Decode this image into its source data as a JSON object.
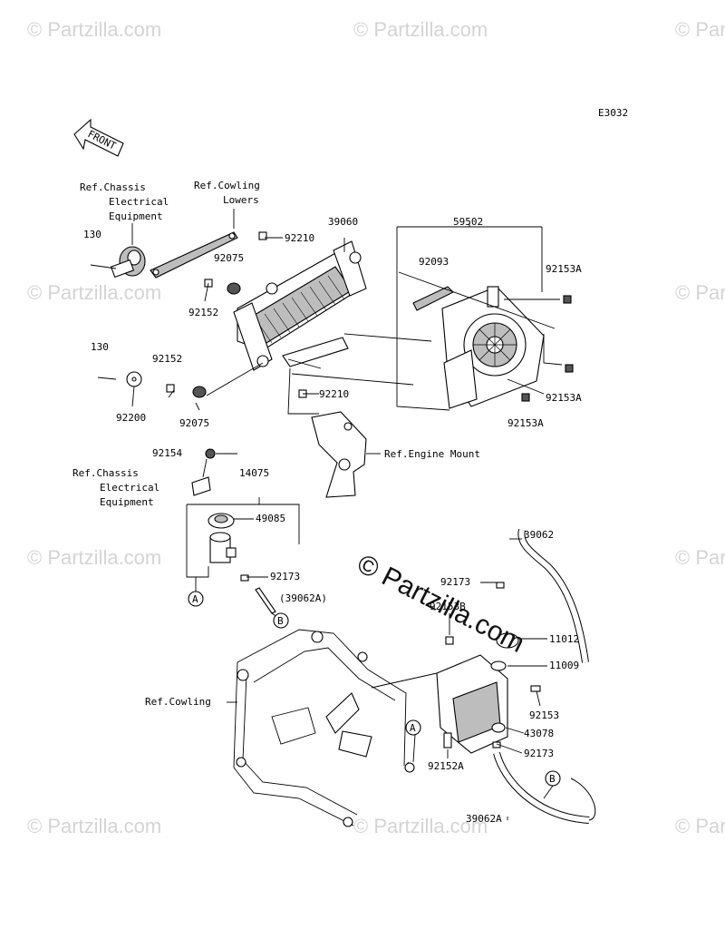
{
  "diagram_code": "E3032",
  "front_arrow_label": "FRONT",
  "center_watermark": "© Partzilla.com",
  "watermark_text": "© Partzilla.com",
  "refs": {
    "chassis_electrical_top": [
      "Ref.Chassis",
      "Electrical",
      "Equipment"
    ],
    "cowling_lowers": [
      "Ref.Cowling",
      "Lowers"
    ],
    "engine_mount": "Ref.Engine Mount",
    "chassis_electrical_mid": [
      "Ref.Chassis",
      "Electrical",
      "Equipment"
    ],
    "cowling": "Ref.Cowling"
  },
  "parts": {
    "p130_top": "130",
    "p92210_top": "92210",
    "p39060": "39060",
    "p59502": "59502",
    "p92075_top": "92075",
    "p92093": "92093",
    "p92153A_1": "92153A",
    "p92152_top": "92152",
    "p130_mid": "130",
    "p92152_mid": "92152",
    "p92210_mid": "92210",
    "p92153A_2": "92153A",
    "p92200": "92200",
    "p92075_mid": "92075",
    "p92153A_3": "92153A",
    "p92154": "92154",
    "p14075": "14075",
    "p49085": "49085",
    "p92173_a": "92173",
    "p39062A_paren": "(39062A)",
    "p39062": "39062",
    "p92173_b": "92173",
    "p92153B": "92153B",
    "p11012": "11012",
    "p11009": "11009",
    "p92153": "92153",
    "p43078": "43078",
    "p92152A": "92152A",
    "p92173_c": "92173",
    "p39062A": "39062A"
  },
  "markers": {
    "a1": "A",
    "b1": "B",
    "a2": "A",
    "b2": "B"
  }
}
